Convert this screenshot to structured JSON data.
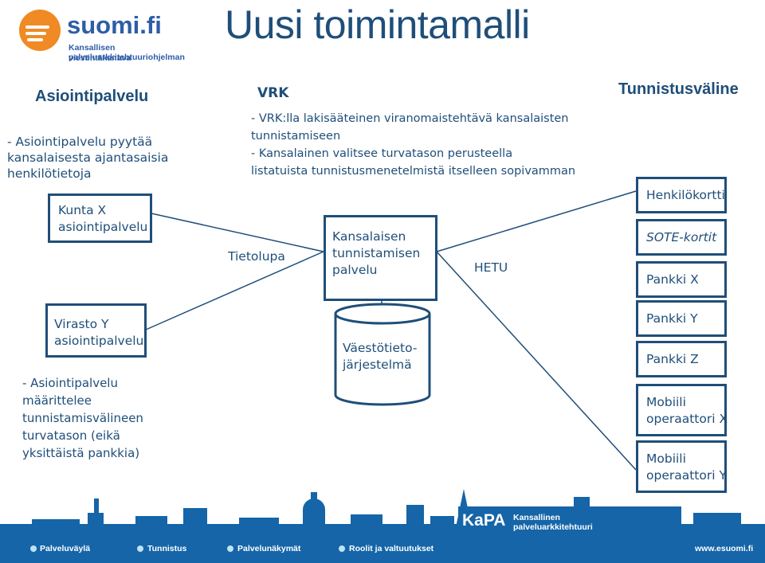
{
  "header": {
    "title": "Uusi toimintamalli",
    "logo_brand": "suomi.fi",
    "logo_sub1": "Kansallisen palveluarkkitehtuuriohjelman",
    "logo_sub2": "viestintäkanava"
  },
  "left": {
    "heading": "Asiointipalvelu",
    "note_lines": [
      "- Asiointipalvelu pyytää",
      "kansalaisesta ajantasaisia",
      "henkilötietoja"
    ],
    "kunta_box": [
      "Kunta X",
      "asiointipalvelu"
    ],
    "virasto_box": [
      "Virasto Y",
      "asiointipalvelu"
    ],
    "virasto_note": [
      "- Asiointipalvelu",
      "määrittelee",
      "tunnistamisvälineen",
      "turvatason (eikä",
      "yksittäistä pankkia)"
    ]
  },
  "middle": {
    "tietolupa": "Tietolupa",
    "vrk_heading": "VRK",
    "vrk_lines": [
      "- VRK:lla lakisääteinen viranomaistehtävä kansalaisten",
      "tunnistamiseen",
      "- Kansalainen valitsee turvatason perusteella",
      "listatuista tunnistusmenetelmistä itselleen sopivamman"
    ],
    "service_box": [
      "Kansalaisen",
      "tunnistamisen",
      "palvelu"
    ],
    "database": [
      "Väestötieto-",
      "järjestelmä"
    ],
    "hetu": "HETU"
  },
  "right": {
    "heading": "Tunnistusväline",
    "items": [
      [
        "Henkilökortti"
      ],
      [
        "SOTE-kortit"
      ],
      [
        "Pankki X"
      ],
      [
        "Pankki Y"
      ],
      [
        "Pankki Z"
      ],
      [
        "Mobiili",
        "operaattori X"
      ],
      [
        "Mobiili",
        "operaattori Y"
      ]
    ]
  },
  "footer": {
    "items": [
      "Palveluväylä",
      "Tunnistus",
      "Palvelunäkymät",
      "Roolit ja valtuutukset"
    ],
    "url": "www.esuomi.fi",
    "kapa": "KaPA",
    "kapa_sub1": "Kansallinen",
    "kapa_sub2": "palveluarkkitehtuuri"
  },
  "colors": {
    "primary": "#1f4e79",
    "footer": "#1565a8",
    "logo_orange": "#f08a24"
  }
}
